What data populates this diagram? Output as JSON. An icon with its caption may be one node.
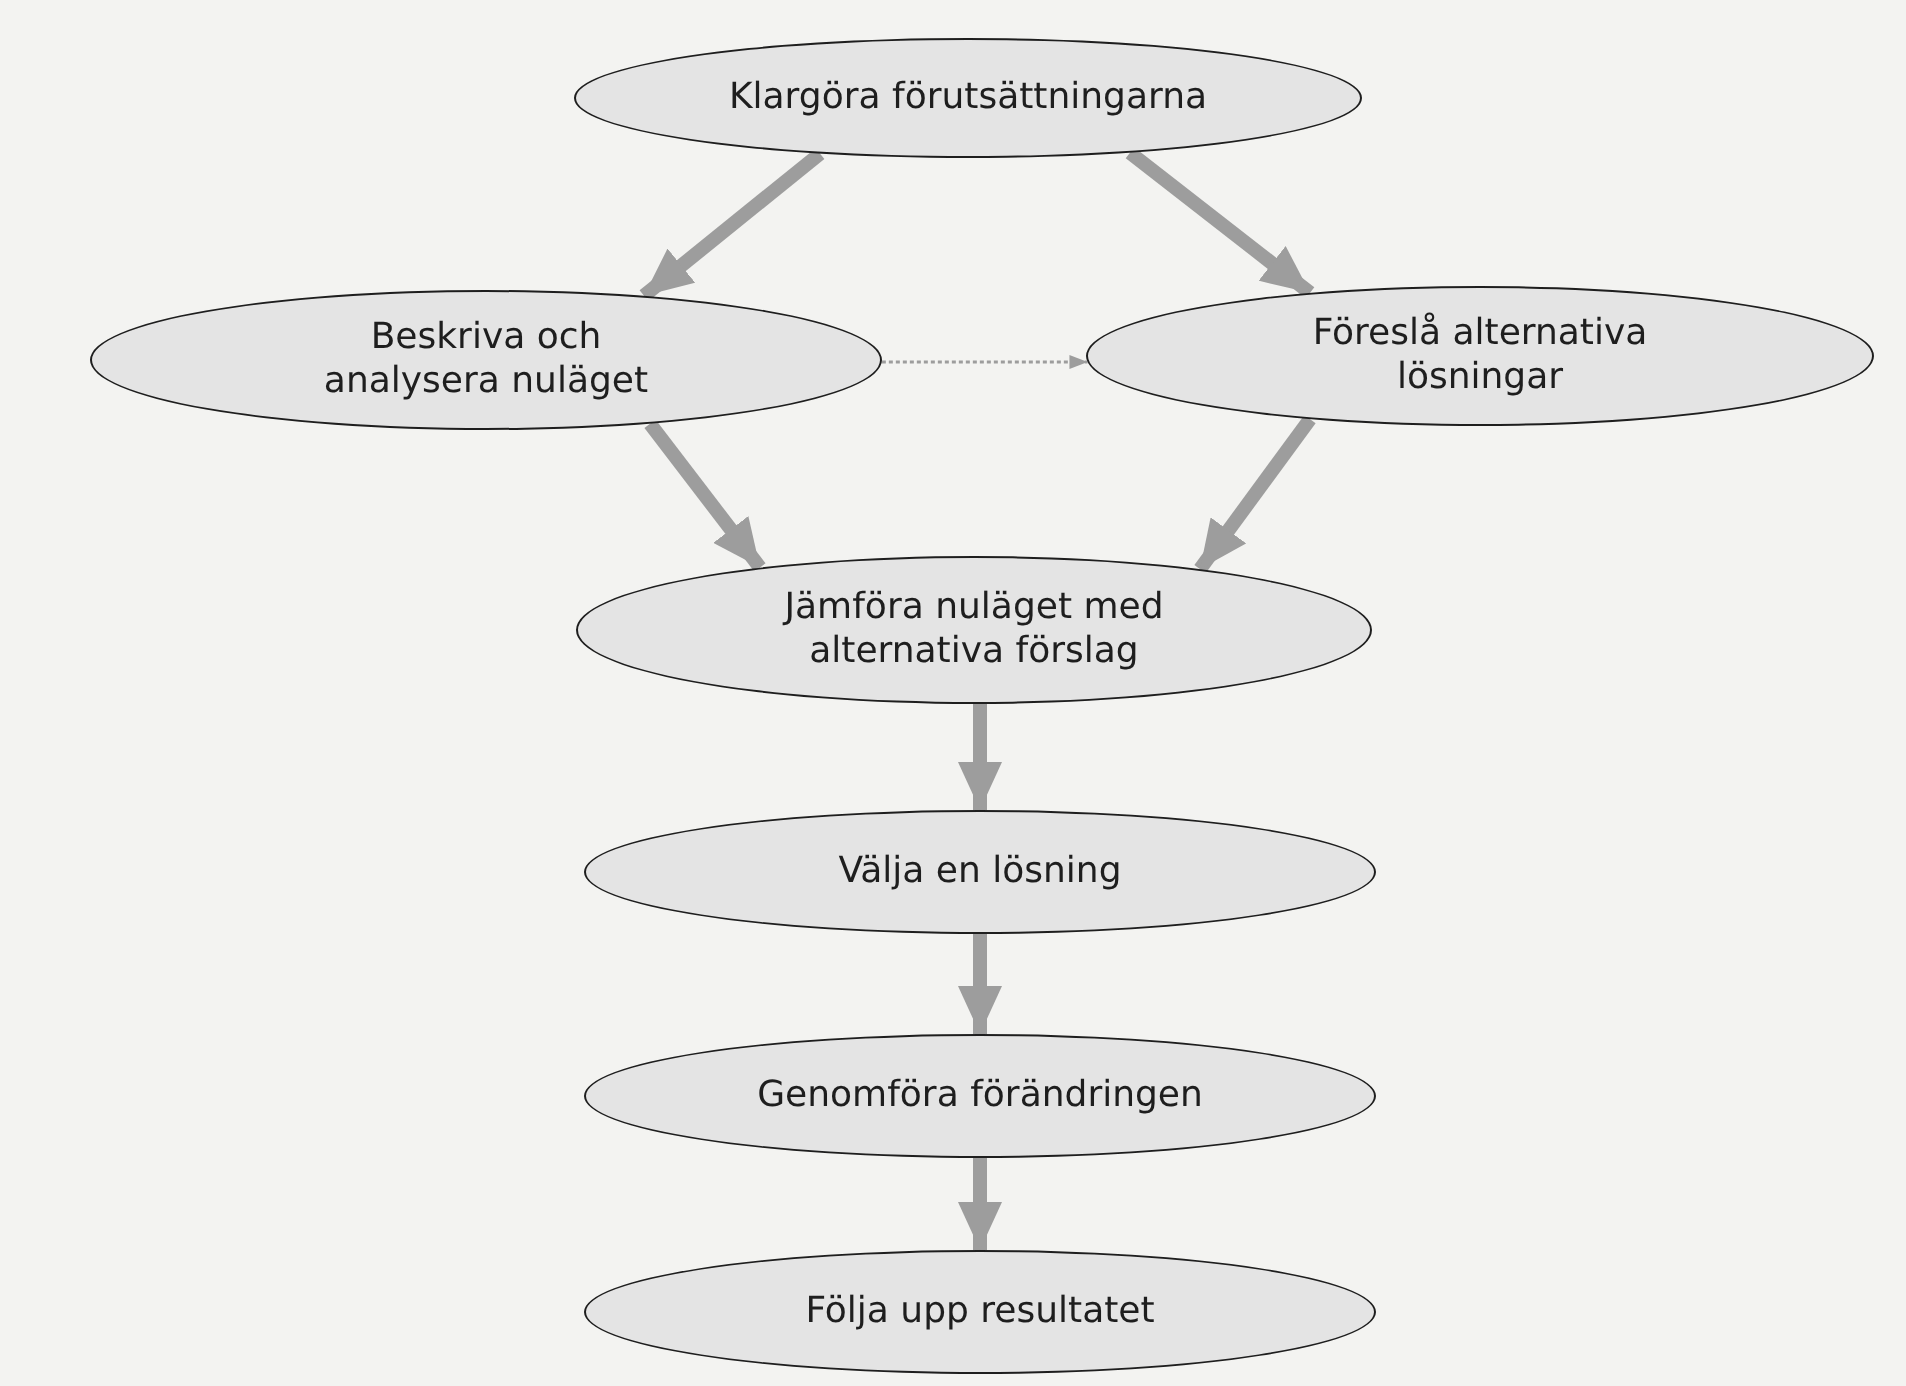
{
  "diagram": {
    "nodes": [
      {
        "text": [
          "Klargöra förutsättningarna"
        ]
      },
      {
        "text": [
          "Beskriva och analysera nuläget"
        ]
      },
      {
        "text": [
          "Föreslå alternativa lösningar"
        ]
      },
      {
        "text": [
          "Jämföra nuläget med alternativa förslag"
        ]
      },
      {
        "text": [
          "Välja en lösning"
        ]
      },
      {
        "text": [
          "Genomföra förändringen"
        ]
      },
      {
        "text": [
          "Följa upp resultatet"
        ]
      }
    ],
    "edges": [
      {
        "from": 0,
        "to": 1,
        "arrow": "to"
      },
      {
        "from": 0,
        "to": 2,
        "arrow": "to"
      },
      {
        "from": 1,
        "to": 2,
        "arrow": "to",
        "style": "dashed"
      },
      {
        "from": 1,
        "to": 3,
        "arrow": "to"
      },
      {
        "from": 2,
        "to": 3,
        "arrow": "to"
      },
      {
        "from": 3,
        "to": 4,
        "arrow": "to"
      },
      {
        "from": 4,
        "to": 5,
        "arrow": "to"
      },
      {
        "from": 5,
        "to": 6,
        "arrow": "to"
      }
    ]
  }
}
